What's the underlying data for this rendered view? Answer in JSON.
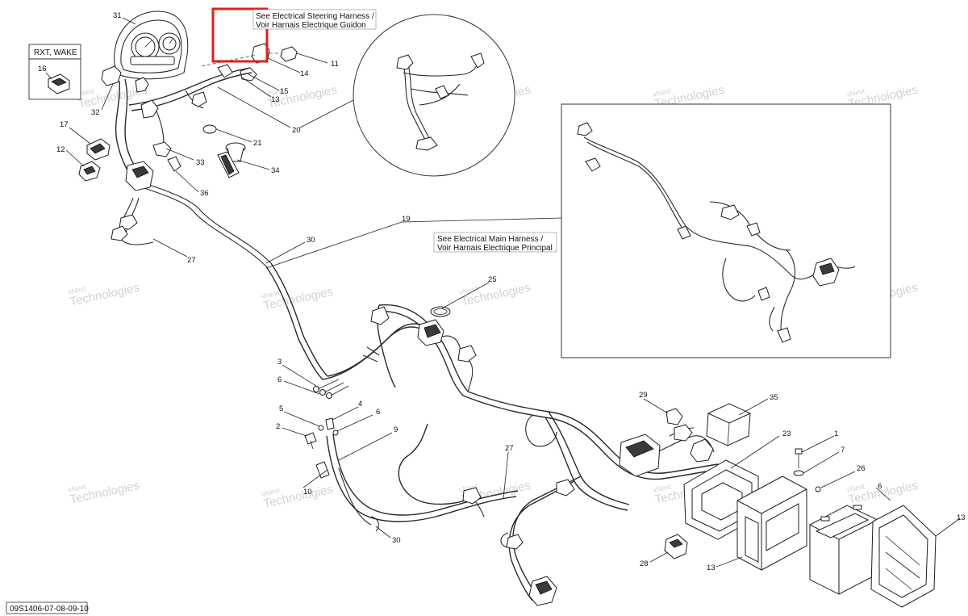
{
  "diagram": {
    "reference_code": "09S1406-07-08-09-10",
    "box_variant_label": "RXT, WAKE",
    "note_steering": {
      "line1": "See Electrical Steering Harness /",
      "line2": "Voir Harnais Electrique Guidon"
    },
    "note_main": {
      "line1": "See Electrical Main Harness /",
      "line2": "Voir Harnais Electrique Principal"
    },
    "watermark": {
      "line1": "vNext",
      "line2": "Technologies",
      "line3": "vNext Technologies"
    },
    "highlight_color": "#e0201c",
    "callouts": [
      {
        "id": "c31",
        "text": "31"
      },
      {
        "id": "c16",
        "text": "16"
      },
      {
        "id": "c11",
        "text": "11"
      },
      {
        "id": "c14",
        "text": "14"
      },
      {
        "id": "c15",
        "text": "15"
      },
      {
        "id": "c13a",
        "text": "13"
      },
      {
        "id": "c32",
        "text": "32"
      },
      {
        "id": "c20",
        "text": "20"
      },
      {
        "id": "c17",
        "text": "17"
      },
      {
        "id": "c21",
        "text": "21"
      },
      {
        "id": "c12",
        "text": "12"
      },
      {
        "id": "c33",
        "text": "33"
      },
      {
        "id": "c34",
        "text": "34"
      },
      {
        "id": "c36",
        "text": "36"
      },
      {
        "id": "c19",
        "text": "19"
      },
      {
        "id": "c30a",
        "text": "30"
      },
      {
        "id": "c27a",
        "text": "27"
      },
      {
        "id": "c25",
        "text": "25"
      },
      {
        "id": "c3",
        "text": "3"
      },
      {
        "id": "c6a",
        "text": "6"
      },
      {
        "id": "c29",
        "text": "29"
      },
      {
        "id": "c35",
        "text": "35"
      },
      {
        "id": "c5",
        "text": "5"
      },
      {
        "id": "c4",
        "text": "4"
      },
      {
        "id": "c6b",
        "text": "6"
      },
      {
        "id": "c2",
        "text": "2"
      },
      {
        "id": "c9",
        "text": "9"
      },
      {
        "id": "c23",
        "text": "23"
      },
      {
        "id": "c1",
        "text": "1"
      },
      {
        "id": "c7",
        "text": "7"
      },
      {
        "id": "c27b",
        "text": "27"
      },
      {
        "id": "c26",
        "text": "26"
      },
      {
        "id": "c10",
        "text": "10"
      },
      {
        "id": "c6c",
        "text": "6"
      },
      {
        "id": "c13b",
        "text": "13"
      },
      {
        "id": "c30b",
        "text": "30"
      },
      {
        "id": "c28",
        "text": "28"
      },
      {
        "id": "c13c",
        "text": "13"
      }
    ]
  }
}
